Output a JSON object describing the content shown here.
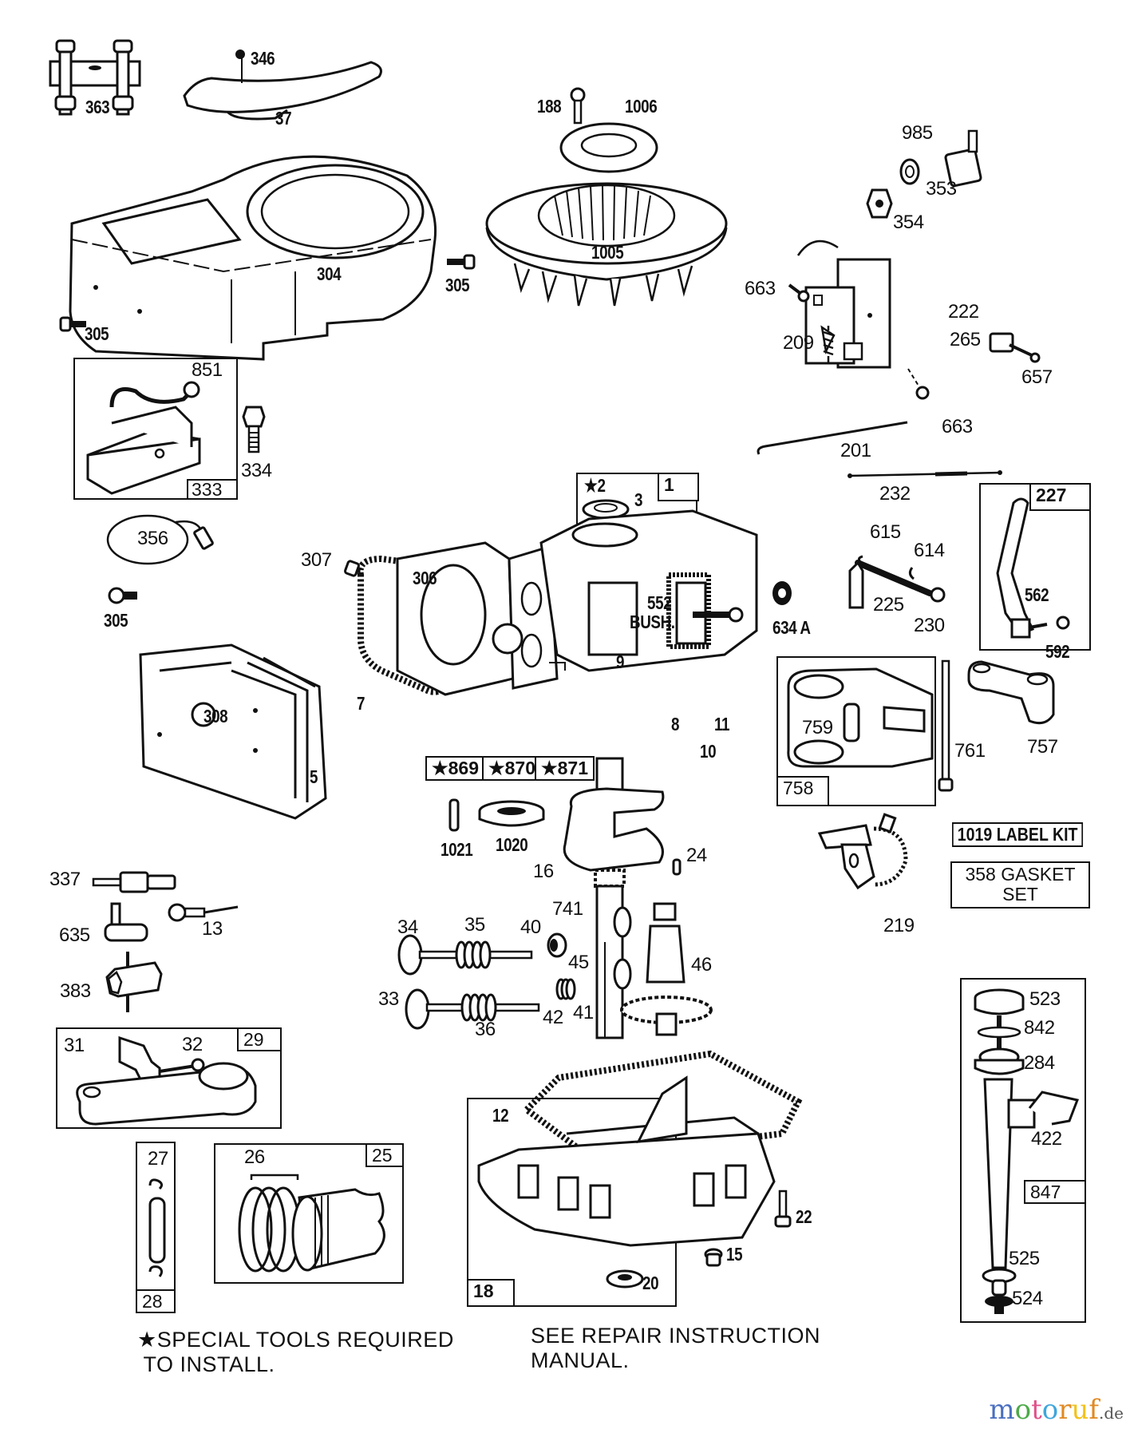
{
  "diagram": {
    "type": "exploded-parts-diagram",
    "subject": "small engine assembly",
    "callouts": {
      "p363": "363",
      "p346": "346",
      "p37": "37",
      "p304": "304",
      "p305a": "305",
      "p305b": "305",
      "p188": "188",
      "p1006": "1006",
      "p1005": "1005",
      "p985": "985",
      "p353": "353",
      "p354": "354",
      "p663a": "663",
      "p663b": "663",
      "p222": "222",
      "p209": "209",
      "p265": "265",
      "p657": "657",
      "p201": "201",
      "p232": "232",
      "p851": "851",
      "p334": "334",
      "p333": "333",
      "p356": "356",
      "p307": "307",
      "p305c": "305",
      "p1": "1",
      "p2": "★2",
      "p3": "3",
      "p306": "306",
      "p552": "552",
      "pbush": "BUSH.",
      "p7": "7",
      "p9": "9",
      "p8": "8",
      "p11": "11",
      "p10": "10",
      "p869": "★869",
      "p870": "★870",
      "p871": "★871",
      "p308": "308",
      "p5": "5",
      "p634a": "634 A",
      "p615": "615",
      "p614": "614",
      "p225": "225",
      "p230": "230",
      "p227": "227",
      "p562": "562",
      "p592": "592",
      "p759": "759",
      "p761": "761",
      "p757": "757",
      "p758": "758",
      "p1019": "1019 LABEL KIT",
      "p358": "358 GASKET\nSET",
      "p219": "219",
      "p1021": "1021",
      "p1020": "1020",
      "p16": "16",
      "p24": "24",
      "p741": "741",
      "p337": "337",
      "p635": "635",
      "p13": "13",
      "p383": "383",
      "p34": "34",
      "p35": "35",
      "p40": "40",
      "p45": "45",
      "p46": "46",
      "p33": "33",
      "p36": "36",
      "p42": "42",
      "p41": "41",
      "p29": "29",
      "p31": "31",
      "p32": "32",
      "p27": "27",
      "p28": "28",
      "p26": "26",
      "p25": "25",
      "p12": "12",
      "p18": "18",
      "p20": "20",
      "p22": "22",
      "p15": "15",
      "p523": "523",
      "p842": "842",
      "p284": "284",
      "p422": "422",
      "p847": "847",
      "p525": "525",
      "p524": "524"
    },
    "notes": {
      "special_tools": "★SPECIAL TOOLS REQUIRED\n TO INSTALL.",
      "repair_manual": "SEE REPAIR INSTRUCTION\nMANUAL."
    }
  },
  "watermark": {
    "parts": [
      "m",
      "o",
      "t",
      "o",
      "r",
      "u",
      "f"
    ],
    "tld": ".de"
  }
}
